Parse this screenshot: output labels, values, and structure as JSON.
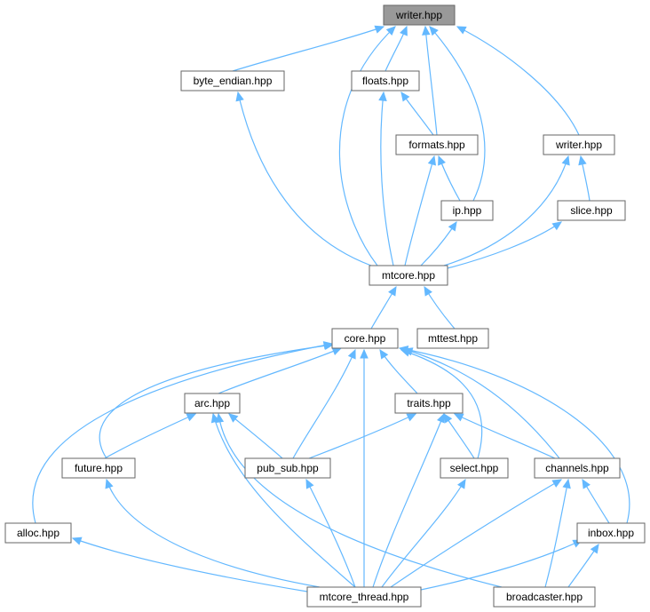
{
  "colors": {
    "edge": "#63b8ff",
    "node_fill": "#ffffff",
    "root_fill": "#999999",
    "node_stroke": "#666666"
  },
  "nodes": [
    {
      "id": "writer_root",
      "label": "writer.hpp",
      "root": true
    },
    {
      "id": "byte_endian",
      "label": "byte_endian.hpp"
    },
    {
      "id": "floats",
      "label": "floats.hpp"
    },
    {
      "id": "formats",
      "label": "formats.hpp"
    },
    {
      "id": "writer2",
      "label": "writer.hpp"
    },
    {
      "id": "ip",
      "label": "ip.hpp"
    },
    {
      "id": "slice",
      "label": "slice.hpp"
    },
    {
      "id": "mtcore",
      "label": "mtcore.hpp"
    },
    {
      "id": "core",
      "label": "core.hpp"
    },
    {
      "id": "mttest",
      "label": "mttest.hpp"
    },
    {
      "id": "arc",
      "label": "arc.hpp"
    },
    {
      "id": "traits",
      "label": "traits.hpp"
    },
    {
      "id": "future",
      "label": "future.hpp"
    },
    {
      "id": "pub_sub",
      "label": "pub_sub.hpp"
    },
    {
      "id": "select",
      "label": "select.hpp"
    },
    {
      "id": "channels",
      "label": "channels.hpp"
    },
    {
      "id": "alloc",
      "label": "alloc.hpp"
    },
    {
      "id": "inbox",
      "label": "inbox.hpp"
    },
    {
      "id": "mtcore_thread",
      "label": "mtcore_thread.hpp"
    },
    {
      "id": "broadcaster",
      "label": "broadcaster.hpp"
    }
  ],
  "edges": [
    {
      "from": "byte_endian",
      "to": "writer_root"
    },
    {
      "from": "floats",
      "to": "writer_root"
    },
    {
      "from": "formats",
      "to": "writer_root"
    },
    {
      "from": "writer2",
      "to": "writer_root"
    },
    {
      "from": "ip",
      "to": "writer_root"
    },
    {
      "from": "mtcore",
      "to": "writer_root"
    },
    {
      "from": "formats",
      "to": "floats"
    },
    {
      "from": "mtcore",
      "to": "floats"
    },
    {
      "from": "mtcore",
      "to": "byte_endian"
    },
    {
      "from": "ip",
      "to": "formats"
    },
    {
      "from": "mtcore",
      "to": "formats"
    },
    {
      "from": "mtcore",
      "to": "ip"
    },
    {
      "from": "slice",
      "to": "writer2"
    },
    {
      "from": "mtcore",
      "to": "writer2"
    },
    {
      "from": "mtcore",
      "to": "slice"
    },
    {
      "from": "core",
      "to": "mtcore"
    },
    {
      "from": "mttest",
      "to": "mtcore"
    },
    {
      "from": "arc",
      "to": "core"
    },
    {
      "from": "traits",
      "to": "core"
    },
    {
      "from": "future",
      "to": "core"
    },
    {
      "from": "pub_sub",
      "to": "core"
    },
    {
      "from": "select",
      "to": "core"
    },
    {
      "from": "channels",
      "to": "core"
    },
    {
      "from": "alloc",
      "to": "core"
    },
    {
      "from": "inbox",
      "to": "core"
    },
    {
      "from": "mtcore_thread",
      "to": "core"
    },
    {
      "from": "future",
      "to": "arc"
    },
    {
      "from": "pub_sub",
      "to": "arc"
    },
    {
      "from": "mtcore_thread",
      "to": "arc"
    },
    {
      "from": "broadcaster",
      "to": "arc"
    },
    {
      "from": "pub_sub",
      "to": "traits"
    },
    {
      "from": "select",
      "to": "traits"
    },
    {
      "from": "channels",
      "to": "traits"
    },
    {
      "from": "mtcore_thread",
      "to": "traits"
    },
    {
      "from": "mtcore_thread",
      "to": "future"
    },
    {
      "from": "mtcore_thread",
      "to": "pub_sub"
    },
    {
      "from": "mtcore_thread",
      "to": "select"
    },
    {
      "from": "inbox",
      "to": "channels"
    },
    {
      "from": "mtcore_thread",
      "to": "channels"
    },
    {
      "from": "broadcaster",
      "to": "channels"
    },
    {
      "from": "mtcore_thread",
      "to": "alloc"
    },
    {
      "from": "mtcore_thread",
      "to": "inbox"
    },
    {
      "from": "broadcaster",
      "to": "inbox"
    }
  ]
}
